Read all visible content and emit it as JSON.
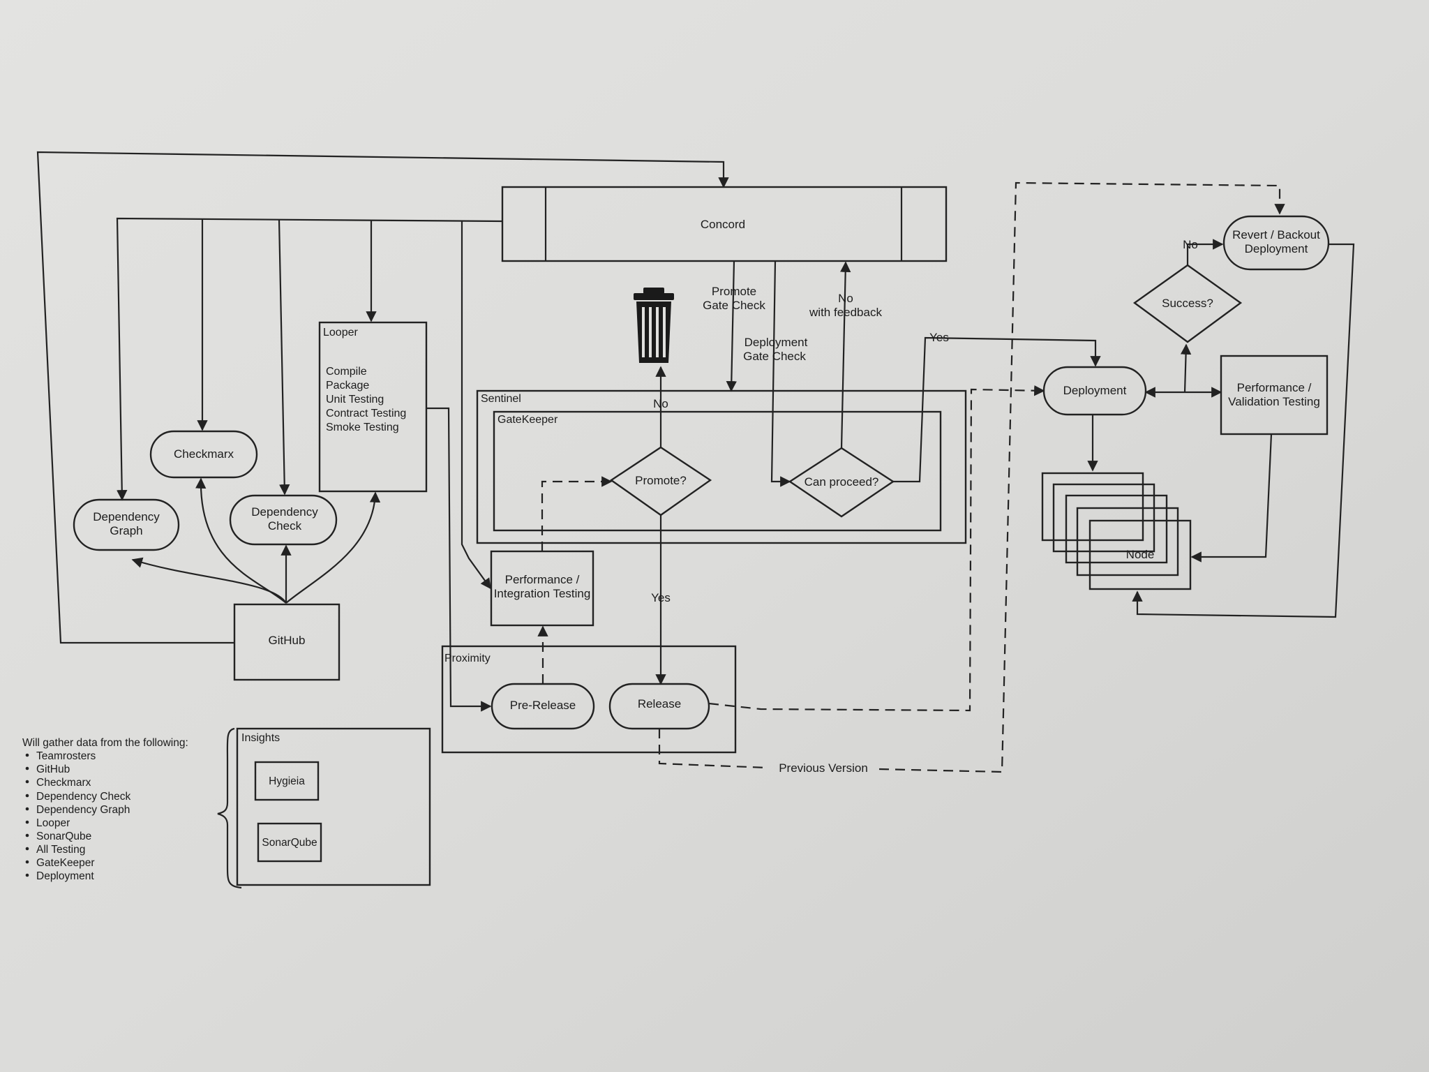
{
  "nodes": {
    "concord": "Concord",
    "looper_title": "Looper",
    "looper_items": [
      "Compile",
      "Package",
      "Unit Testing",
      "Contract Testing",
      "Smoke Testing"
    ],
    "checkmarx": "Checkmarx",
    "dependency_graph": [
      "Dependency",
      "Graph"
    ],
    "dependency_check": [
      "Dependency",
      "Check"
    ],
    "github": "GitHub",
    "sentinel": "Sentinel",
    "gatekeeper": "GateKeeper",
    "promote_decision": "Promote?",
    "can_proceed_decision": "Can proceed?",
    "perf_integration": [
      "Performance /",
      "Integration Testing"
    ],
    "proximity": "Proximity",
    "pre_release": "Pre-Release",
    "release": "Release",
    "deployment": "Deployment",
    "node": "Node",
    "perf_validation": [
      "Performance /",
      "Validation Testing"
    ],
    "success_decision": "Success?",
    "revert": [
      "Revert / Backout",
      "Deployment"
    ],
    "insights": "Insights",
    "hygieia": "Hygieia",
    "sonarqube": "SonarQube"
  },
  "edge_labels": {
    "promote_gate_check": [
      "Promote",
      "Gate Check"
    ],
    "deployment_gate_check": [
      "Deployment",
      "Gate Check"
    ],
    "no_with_feedback": [
      "No",
      "with feedback"
    ],
    "no": "No",
    "yes_release": "Yes",
    "yes_deploy": "Yes",
    "no_revert": "No",
    "previous_version": "Previous  Version"
  },
  "notes": {
    "title": "Will gather data from the following:",
    "items": [
      "Teamrosters",
      "GitHub",
      "Checkmarx",
      "Dependency Check",
      "Dependency Graph",
      "Looper",
      "SonarQube",
      "All Testing",
      "GateKeeper",
      "Deployment"
    ]
  },
  "icons": {
    "trash": "trash-can-icon"
  },
  "colors": {
    "paper": "#d9d9d7",
    "ink": "#222222"
  }
}
